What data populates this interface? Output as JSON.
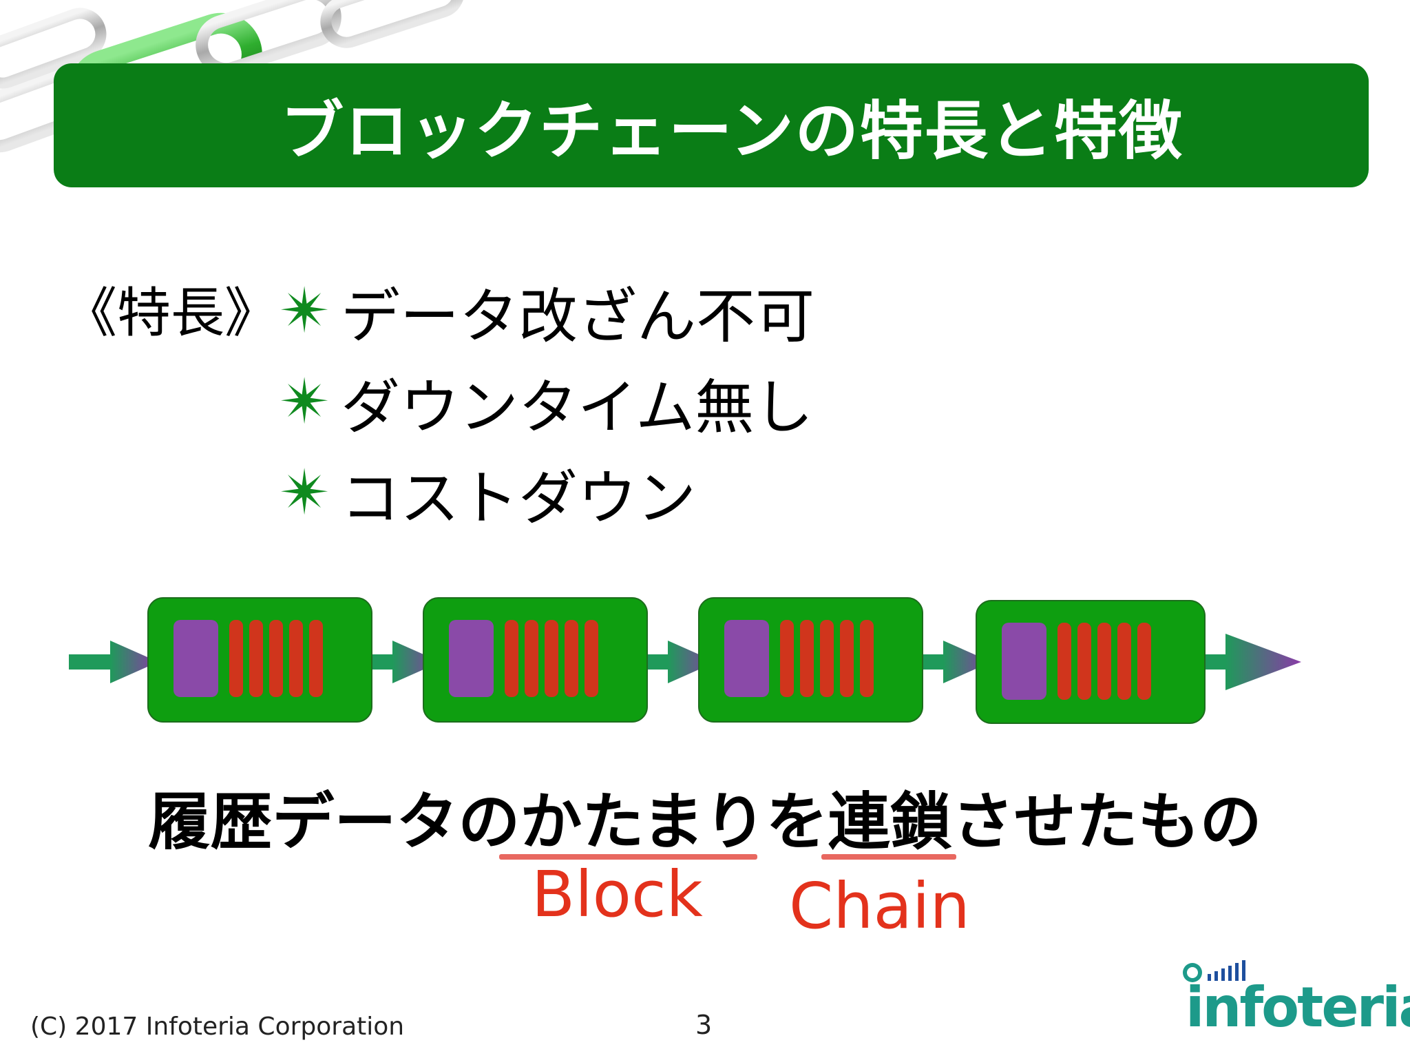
{
  "title": "ブロックチェーンの特長と特徴",
  "features_label": "《特長》",
  "feature_bullet_icon": "green-asterisk-icon",
  "features": [
    "データ改ざん不可",
    "ダウンタイム無し",
    "コストダウン"
  ],
  "summary": "履歴データのかたまりを連鎖させたもの",
  "annotations": {
    "block": "Block",
    "chain": "Chain"
  },
  "footer": {
    "copyright": "(C) 2017 Infoteria Corporation",
    "page_number": "3",
    "logo_text": "infoteria"
  },
  "colors": {
    "title_bar": "#0a7d16",
    "accent_green": "#0f8a1f",
    "annotation_red": "#e3321c"
  }
}
